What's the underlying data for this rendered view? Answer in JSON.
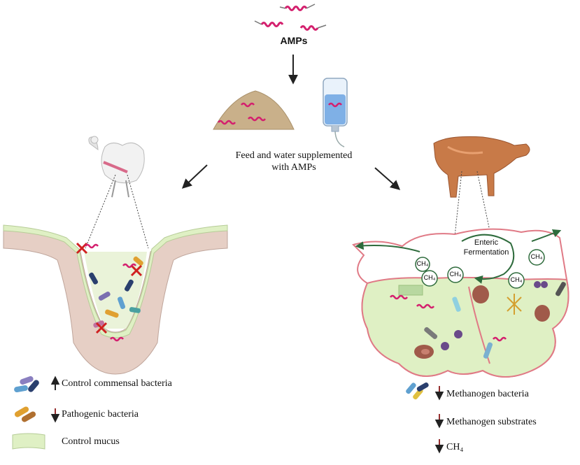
{
  "diagram": {
    "title": "AMPs",
    "feed_label_line1": "Feed and water supplemented",
    "feed_label_line2": "with AMPs",
    "enteric_line1": "Enteric",
    "enteric_line2": "Fermentation",
    "ch4_bubbles": [
      "CH₄",
      "CH₄",
      "CH₄",
      "CH₄",
      "CH₄"
    ],
    "legend_left": [
      {
        "arrow": "up",
        "text": "Control commensal bacteria"
      },
      {
        "arrow": "down",
        "text": "Pathogenic bacteria"
      },
      {
        "arrow": "none",
        "text": "Control mucus"
      }
    ],
    "legend_right": [
      {
        "arrow": "down",
        "text": "Methanogen bacteria"
      },
      {
        "arrow": "down",
        "text": "Methanogen substrates"
      },
      {
        "arrow": "down",
        "text": "CH₄"
      }
    ],
    "colors": {
      "peptide": "#d4206e",
      "mucus": "#dff0c4",
      "tissue": "#e6cfc5",
      "rumen_outline": "#e07a86",
      "arrow": "#222222",
      "down_arrow": "#8b1a1a",
      "green_arrow": "#2e6b3c"
    }
  }
}
